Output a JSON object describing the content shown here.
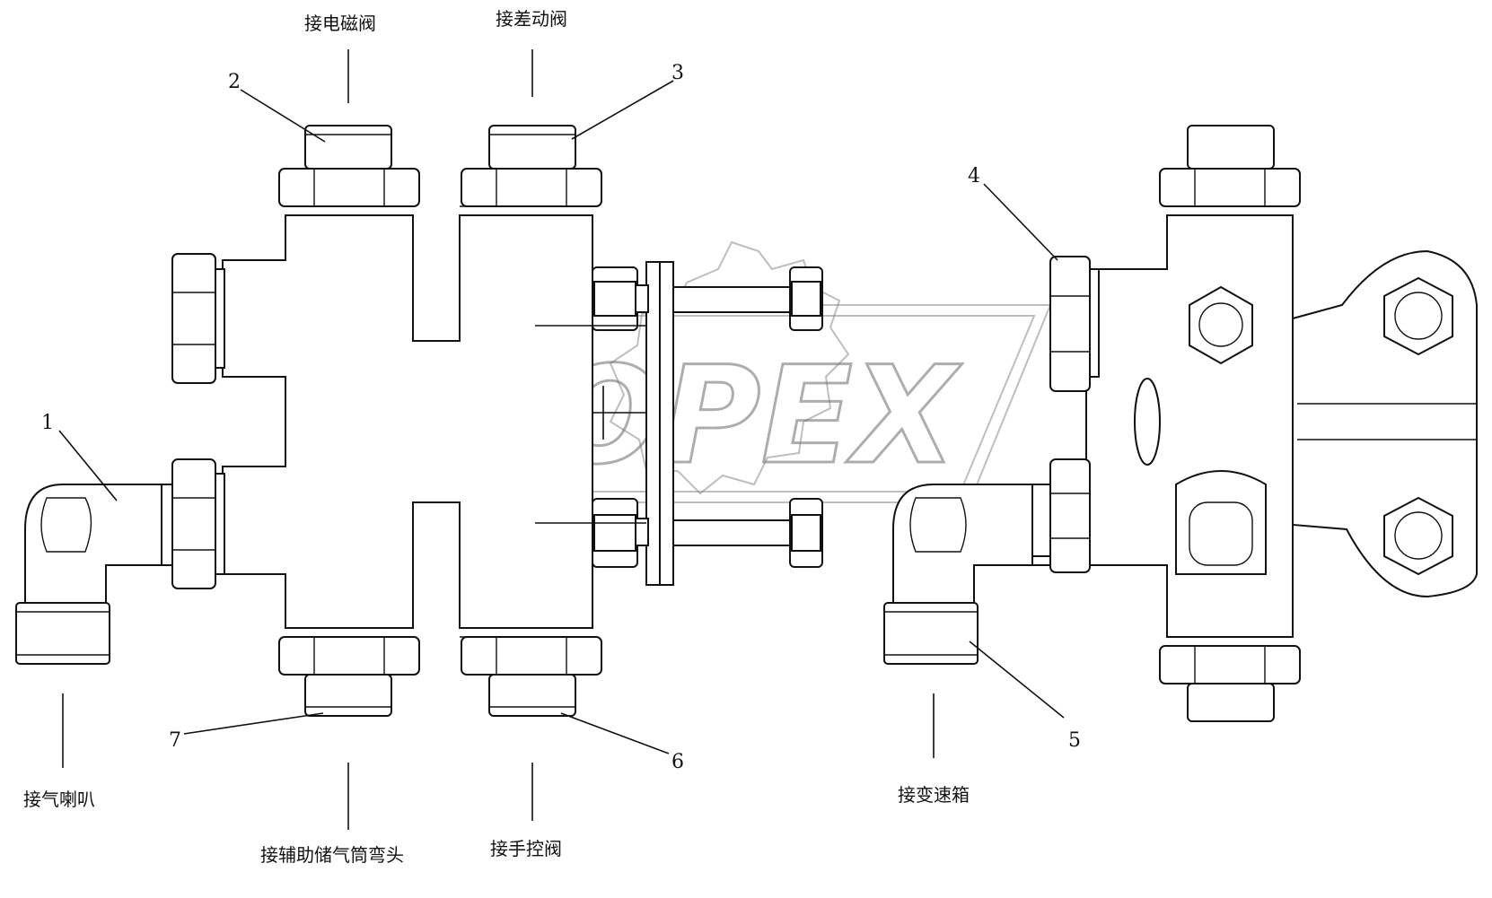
{
  "labels": {
    "top_left": "接电磁阀",
    "top_right": "接差动阀",
    "bottom_far_left": "接气喇叭",
    "bottom_left": "接辅助储气筒弯头",
    "bottom_center": "接手控阀",
    "bottom_right": "接变速箱"
  },
  "callouts": [
    "1",
    "2",
    "3",
    "4",
    "5",
    "6",
    "7"
  ],
  "watermark": "OPEX"
}
